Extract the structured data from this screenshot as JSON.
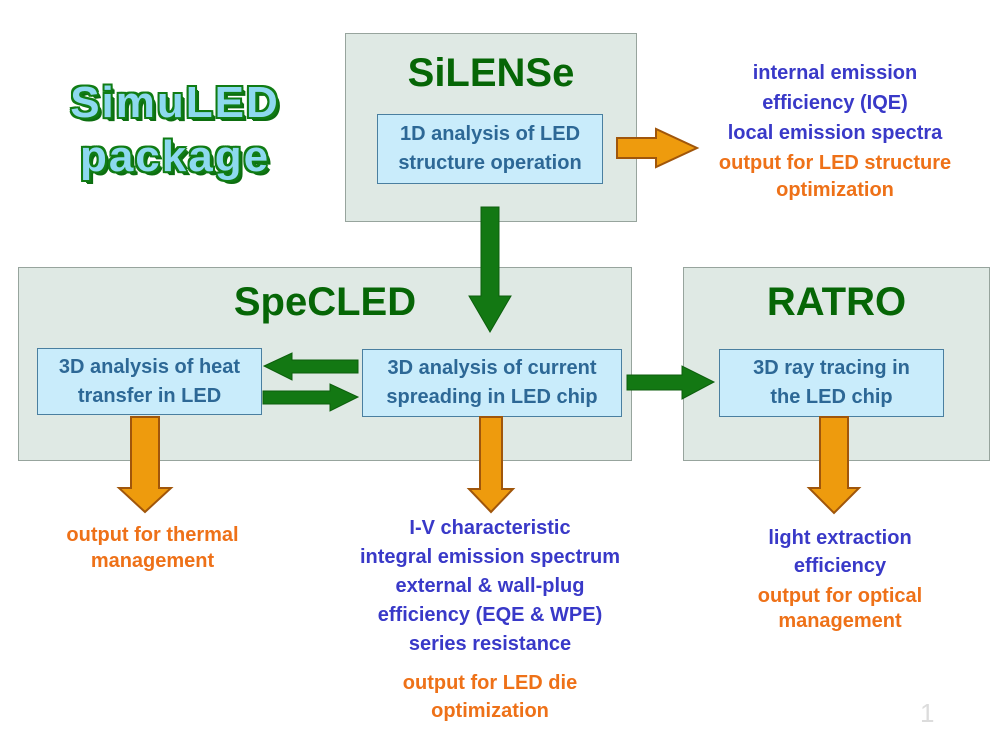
{
  "slide": {
    "title_line1": "SimuLED",
    "title_line2": "package",
    "watermark": "1"
  },
  "colors": {
    "slide_title_fill": "#8dd9ef",
    "slide_title_outline": "#107c14",
    "module_background": "#dfe9e4",
    "module_border": "#97a49d",
    "module_title_green": "#066606",
    "function_box_background": "#c9ecfb",
    "function_box_border": "#4a7fa0",
    "function_box_text": "#2d6896",
    "blue_text": "#3939c8",
    "orange_text": "#ee7118",
    "orange_arrow_fill": "#ee9b0d",
    "orange_arrow_border": "#a0560b",
    "green_arrow_fill": "#137813"
  },
  "silense": {
    "title": "SiLENSe",
    "box_line1": "1D analysis of LED",
    "box_line2": "structure operation",
    "out_blue": [
      "internal emission",
      "efficiency (IQE)",
      "local emission spectra"
    ],
    "out_orange": [
      "output for LED structure",
      "optimization"
    ]
  },
  "specled": {
    "title": "SpeCLED",
    "heat_line1": "3D analysis of heat",
    "heat_line2": "transfer in LED",
    "current_line1": "3D analysis of current",
    "current_line2": "spreading in LED chip",
    "thermal_out_orange": [
      "output for thermal",
      "management"
    ],
    "die_out_blue": [
      "I-V characteristic",
      "integral emission spectrum",
      "external & wall-plug",
      "efficiency (EQE & WPE)",
      "series resistance"
    ],
    "die_out_orange": [
      "output for LED die",
      "optimization"
    ]
  },
  "ratro": {
    "title": "RATRO",
    "box_line1": "3D ray tracing in",
    "box_line2": "the LED chip",
    "out_blue": [
      "light extraction",
      "efficiency"
    ],
    "out_orange": [
      "output for optical",
      "management"
    ]
  }
}
